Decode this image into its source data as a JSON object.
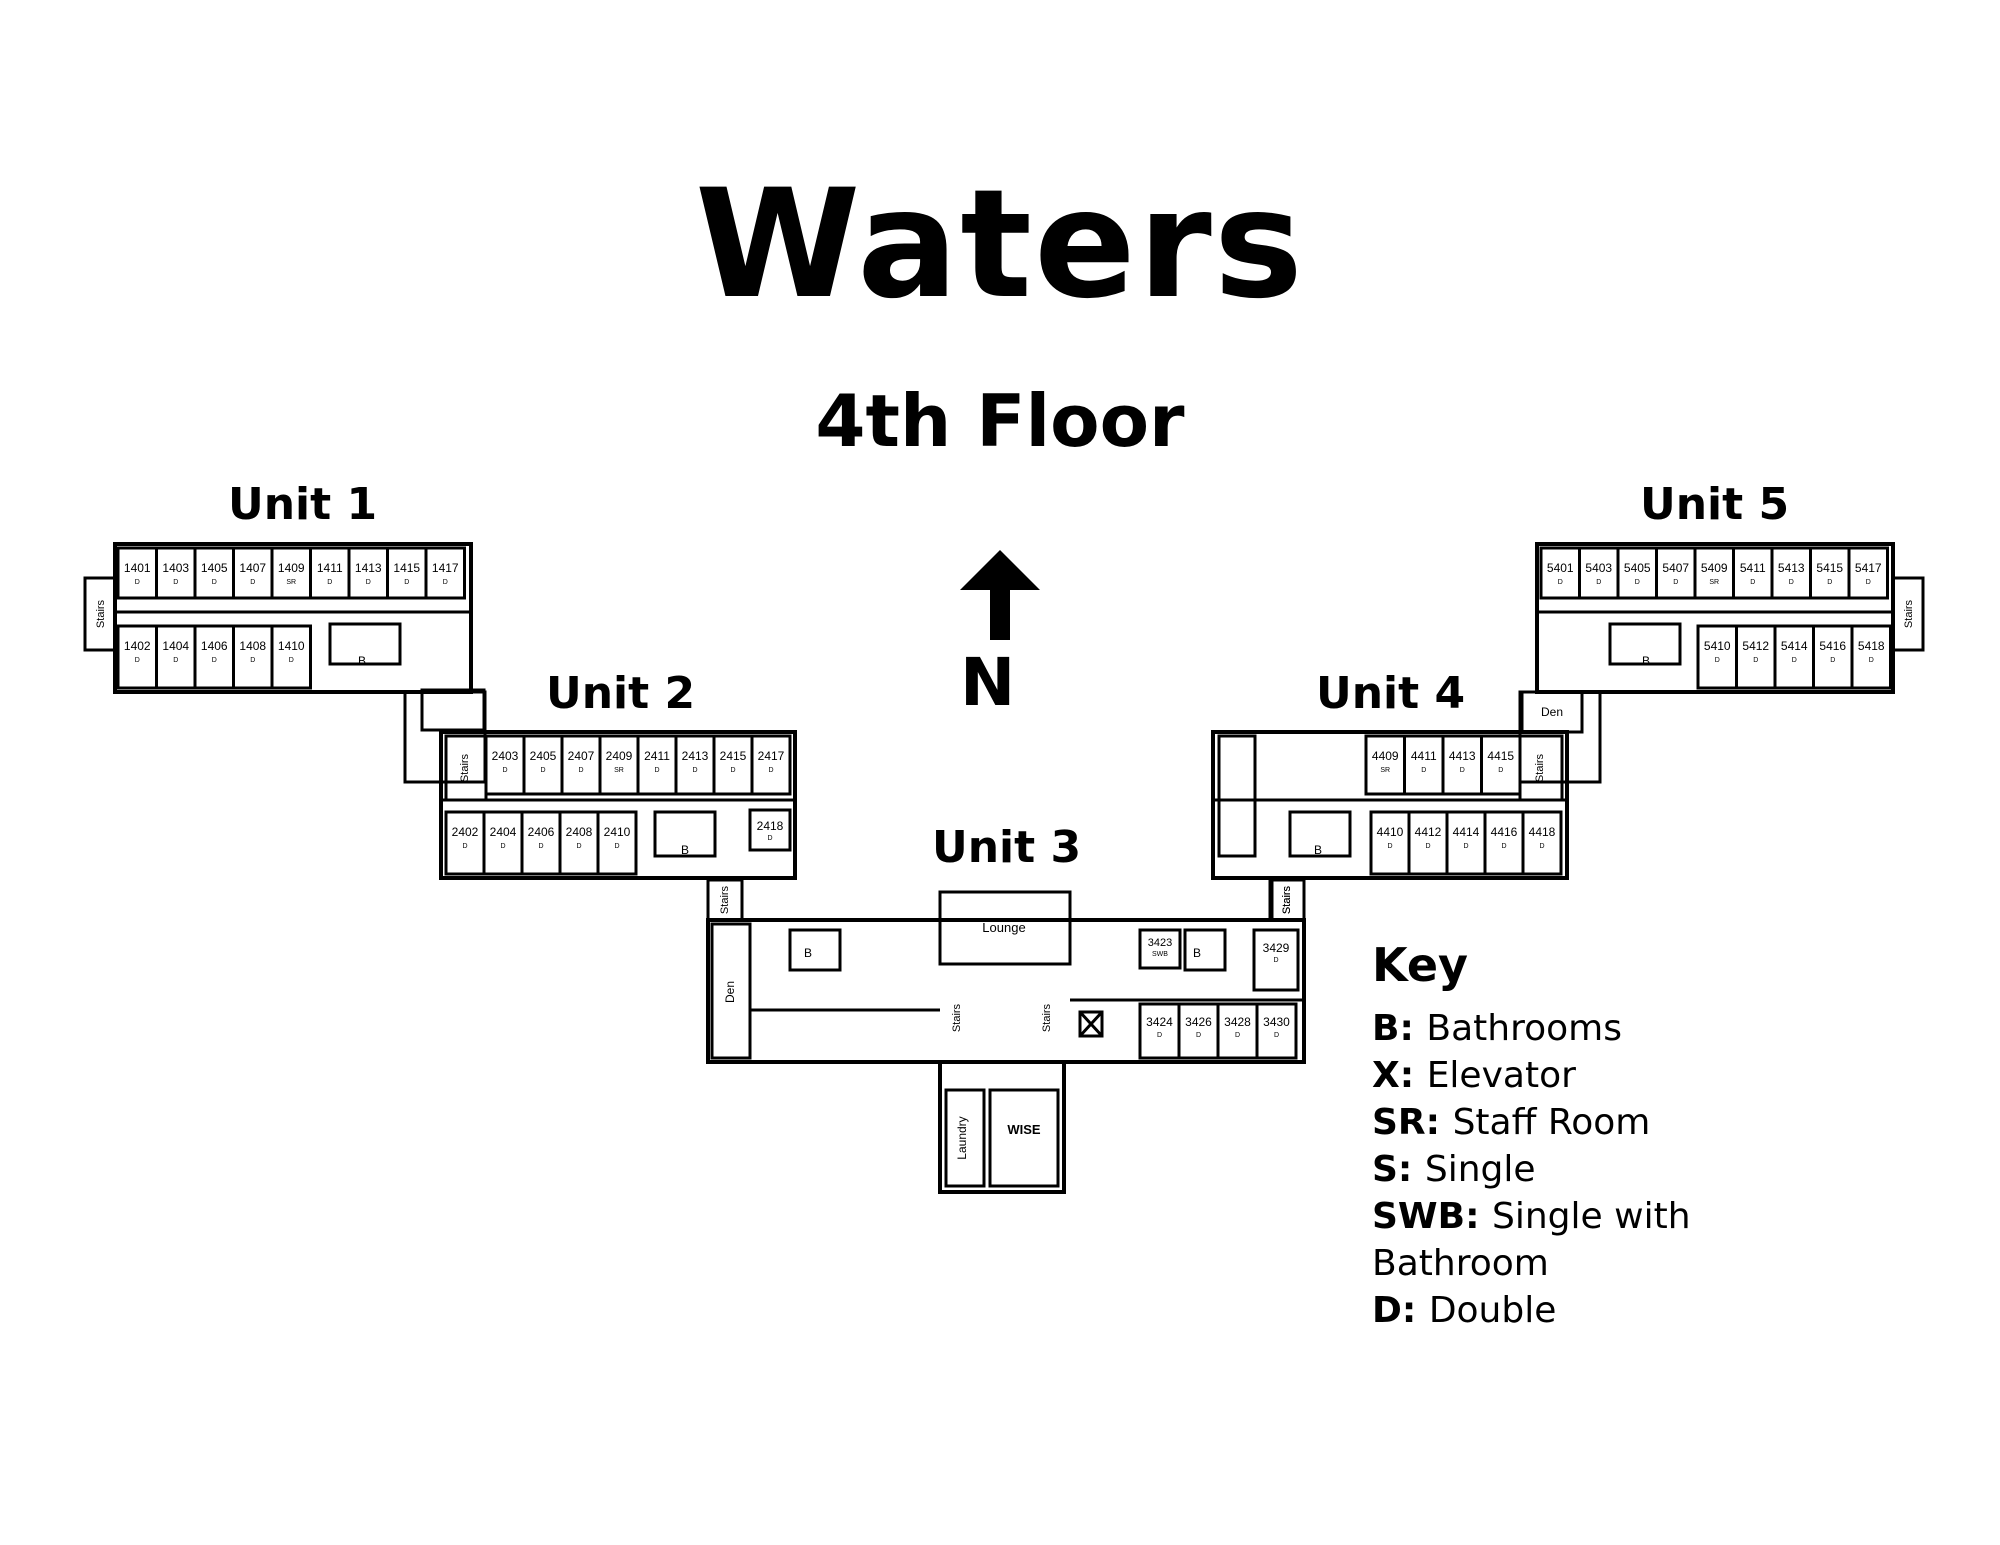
{
  "title": "Waters",
  "subtitle": "4th Floor",
  "north": "N",
  "units": {
    "unit1": "Unit 1",
    "unit2": "Unit 2",
    "unit3": "Unit 3",
    "unit4": "Unit 4",
    "unit5": "Unit 5"
  },
  "rooms": {
    "unit1_north": [
      [
        "1401",
        "D"
      ],
      [
        "1403",
        "D"
      ],
      [
        "1405",
        "D"
      ],
      [
        "1407",
        "D"
      ],
      [
        "1409",
        "SR"
      ],
      [
        "1411",
        "D"
      ],
      [
        "1413",
        "D"
      ],
      [
        "1415",
        "D"
      ],
      [
        "1417",
        "D"
      ]
    ],
    "unit1_south": [
      [
        "1402",
        "D"
      ],
      [
        "1404",
        "D"
      ],
      [
        "1406",
        "D"
      ],
      [
        "1408",
        "D"
      ],
      [
        "1410",
        "D"
      ]
    ],
    "unit2_north": [
      [
        "2403",
        "D"
      ],
      [
        "2405",
        "D"
      ],
      [
        "2407",
        "D"
      ],
      [
        "2409",
        "SR"
      ],
      [
        "2411",
        "D"
      ],
      [
        "2413",
        "D"
      ],
      [
        "2415",
        "D"
      ],
      [
        "2417",
        "D"
      ]
    ],
    "unit2_south": [
      [
        "2402",
        "D"
      ],
      [
        "2404",
        "D"
      ],
      [
        "2406",
        "D"
      ],
      [
        "2408",
        "D"
      ],
      [
        "2410",
        "D"
      ]
    ],
    "unit2_extra": [
      "2418",
      "D"
    ],
    "unit4_north": [
      [
        "4409",
        "SR"
      ],
      [
        "4411",
        "D"
      ],
      [
        "4413",
        "D"
      ],
      [
        "4415",
        "D"
      ]
    ],
    "unit4_south": [
      [
        "4410",
        "D"
      ],
      [
        "4412",
        "D"
      ],
      [
        "4414",
        "D"
      ],
      [
        "4416",
        "D"
      ],
      [
        "4418",
        "D"
      ]
    ],
    "unit5_north": [
      [
        "5401",
        "D"
      ],
      [
        "5403",
        "D"
      ],
      [
        "5405",
        "D"
      ],
      [
        "5407",
        "D"
      ],
      [
        "5409",
        "SR"
      ],
      [
        "5411",
        "D"
      ],
      [
        "5413",
        "D"
      ],
      [
        "5415",
        "D"
      ],
      [
        "5417",
        "D"
      ]
    ],
    "unit5_south": [
      [
        "5410",
        "D"
      ],
      [
        "5412",
        "D"
      ],
      [
        "5414",
        "D"
      ],
      [
        "5416",
        "D"
      ],
      [
        "5418",
        "D"
      ]
    ],
    "unit3_rooms": [
      [
        "3423",
        "SWB"
      ],
      [
        "3429",
        "D"
      ],
      [
        "3424",
        "D"
      ],
      [
        "3426",
        "D"
      ],
      [
        "3428",
        "D"
      ],
      [
        "3430",
        "D"
      ]
    ]
  },
  "spaces": {
    "stairs": "Stairs",
    "bathroom": "B",
    "den": "Den",
    "lounge": "Lounge",
    "laundry": "Laundry",
    "wise": "WISE",
    "elevator": "X"
  },
  "key": {
    "title": "Key",
    "items": [
      {
        "code": "B:",
        "text": "Bathrooms"
      },
      {
        "code": "X:",
        "text": "Elevator"
      },
      {
        "code": "SR:",
        "text": "Staff Room"
      },
      {
        "code": "S:",
        "text": "Single"
      },
      {
        "code": "SWB:",
        "text": "Single with Bathroom"
      },
      {
        "code": "D:",
        "text": "Double"
      }
    ]
  }
}
